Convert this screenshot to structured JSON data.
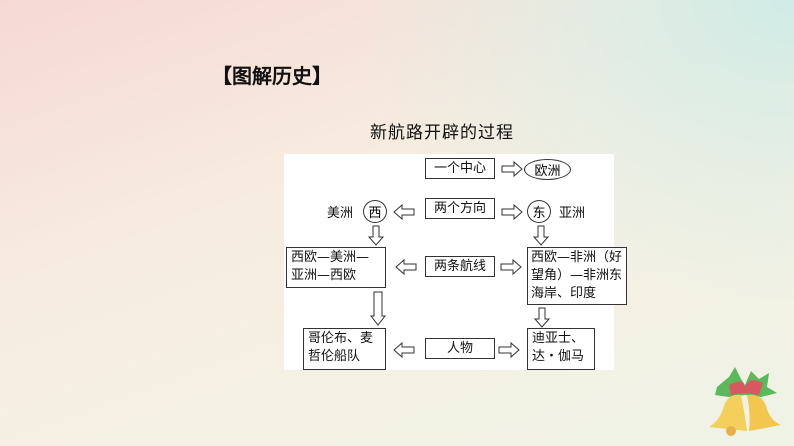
{
  "slide": {
    "title": "【图解历史】",
    "subtitle": "新航路开辟的过程"
  },
  "diagram": {
    "center_label": "一个中心",
    "center_value": "欧洲",
    "directions_label": "两个方向",
    "west": "西",
    "west_dest": "美洲",
    "east": "东",
    "east_dest": "亚洲",
    "routes_label": "两条航线",
    "west_route": "西欧—美洲—亚洲—西欧",
    "east_route": "西欧—非洲（好望角）—非洲东海岸、印度",
    "people_label": "人物",
    "west_people": "哥伦布、麦哲伦船队",
    "east_people": "迪亚士、达・伽马"
  },
  "decoration": {
    "icon": "christmas-bells-icon",
    "colors": {
      "bell": "#f5cf5c",
      "ribbon": "#d9585f",
      "leaf": "#5cb85a"
    }
  }
}
